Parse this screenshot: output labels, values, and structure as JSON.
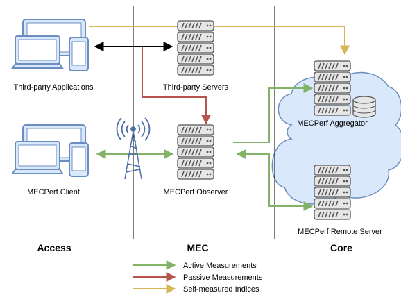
{
  "zones": {
    "access": "Access",
    "mec": "MEC",
    "core": "Core"
  },
  "nodes": {
    "third_party_apps": "Third-party Applications",
    "third_party_servers": "Third-party Servers",
    "aggregator": "MECPerf Aggregator",
    "client": "MECPerf Client",
    "observer": "MECPerf Observer",
    "remote_server": "MECPerf Remote Server"
  },
  "legend": [
    {
      "label": "Active Measurements",
      "color": "#82b366"
    },
    {
      "label": "Passive Measurements",
      "color": "#b85450"
    },
    {
      "label": "Self-measured Indices",
      "color": "#d6b656"
    }
  ],
  "colors": {
    "device_fill": "#dae8fc",
    "device_stroke": "#6c8ebf",
    "server_fill": "#e6e6e6",
    "server_stroke": "#555555",
    "cloud_fill": "#dae8fc",
    "cloud_stroke": "#6c8ebf",
    "antenna": "#4d6fa8",
    "bidirectional_arrow": "#000000"
  }
}
